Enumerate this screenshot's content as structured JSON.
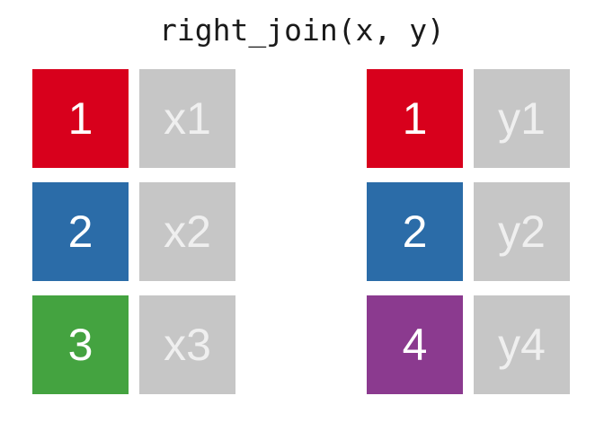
{
  "title": "right_join(x, y)",
  "colors": {
    "red": "#D8001C",
    "blue": "#2B6CA8",
    "green": "#44A340",
    "purple": "#8B3A8F",
    "value_bg": "#C6C6C6",
    "key_text": "#FFFFFF",
    "value_text": "#EFEFEF",
    "title_text": "#1A1A1A",
    "background": "#FFFFFF"
  },
  "left_table": {
    "rows": [
      {
        "key": "1",
        "key_color": "#D8001C",
        "value": "x1"
      },
      {
        "key": "2",
        "key_color": "#2B6CA8",
        "value": "x2"
      },
      {
        "key": "3",
        "key_color": "#44A340",
        "value": "x3"
      }
    ]
  },
  "right_table": {
    "rows": [
      {
        "key": "1",
        "key_color": "#D8001C",
        "value": "y1"
      },
      {
        "key": "2",
        "key_color": "#2B6CA8",
        "value": "y2"
      },
      {
        "key": "4",
        "key_color": "#8B3A8F",
        "value": "y4"
      }
    ]
  }
}
